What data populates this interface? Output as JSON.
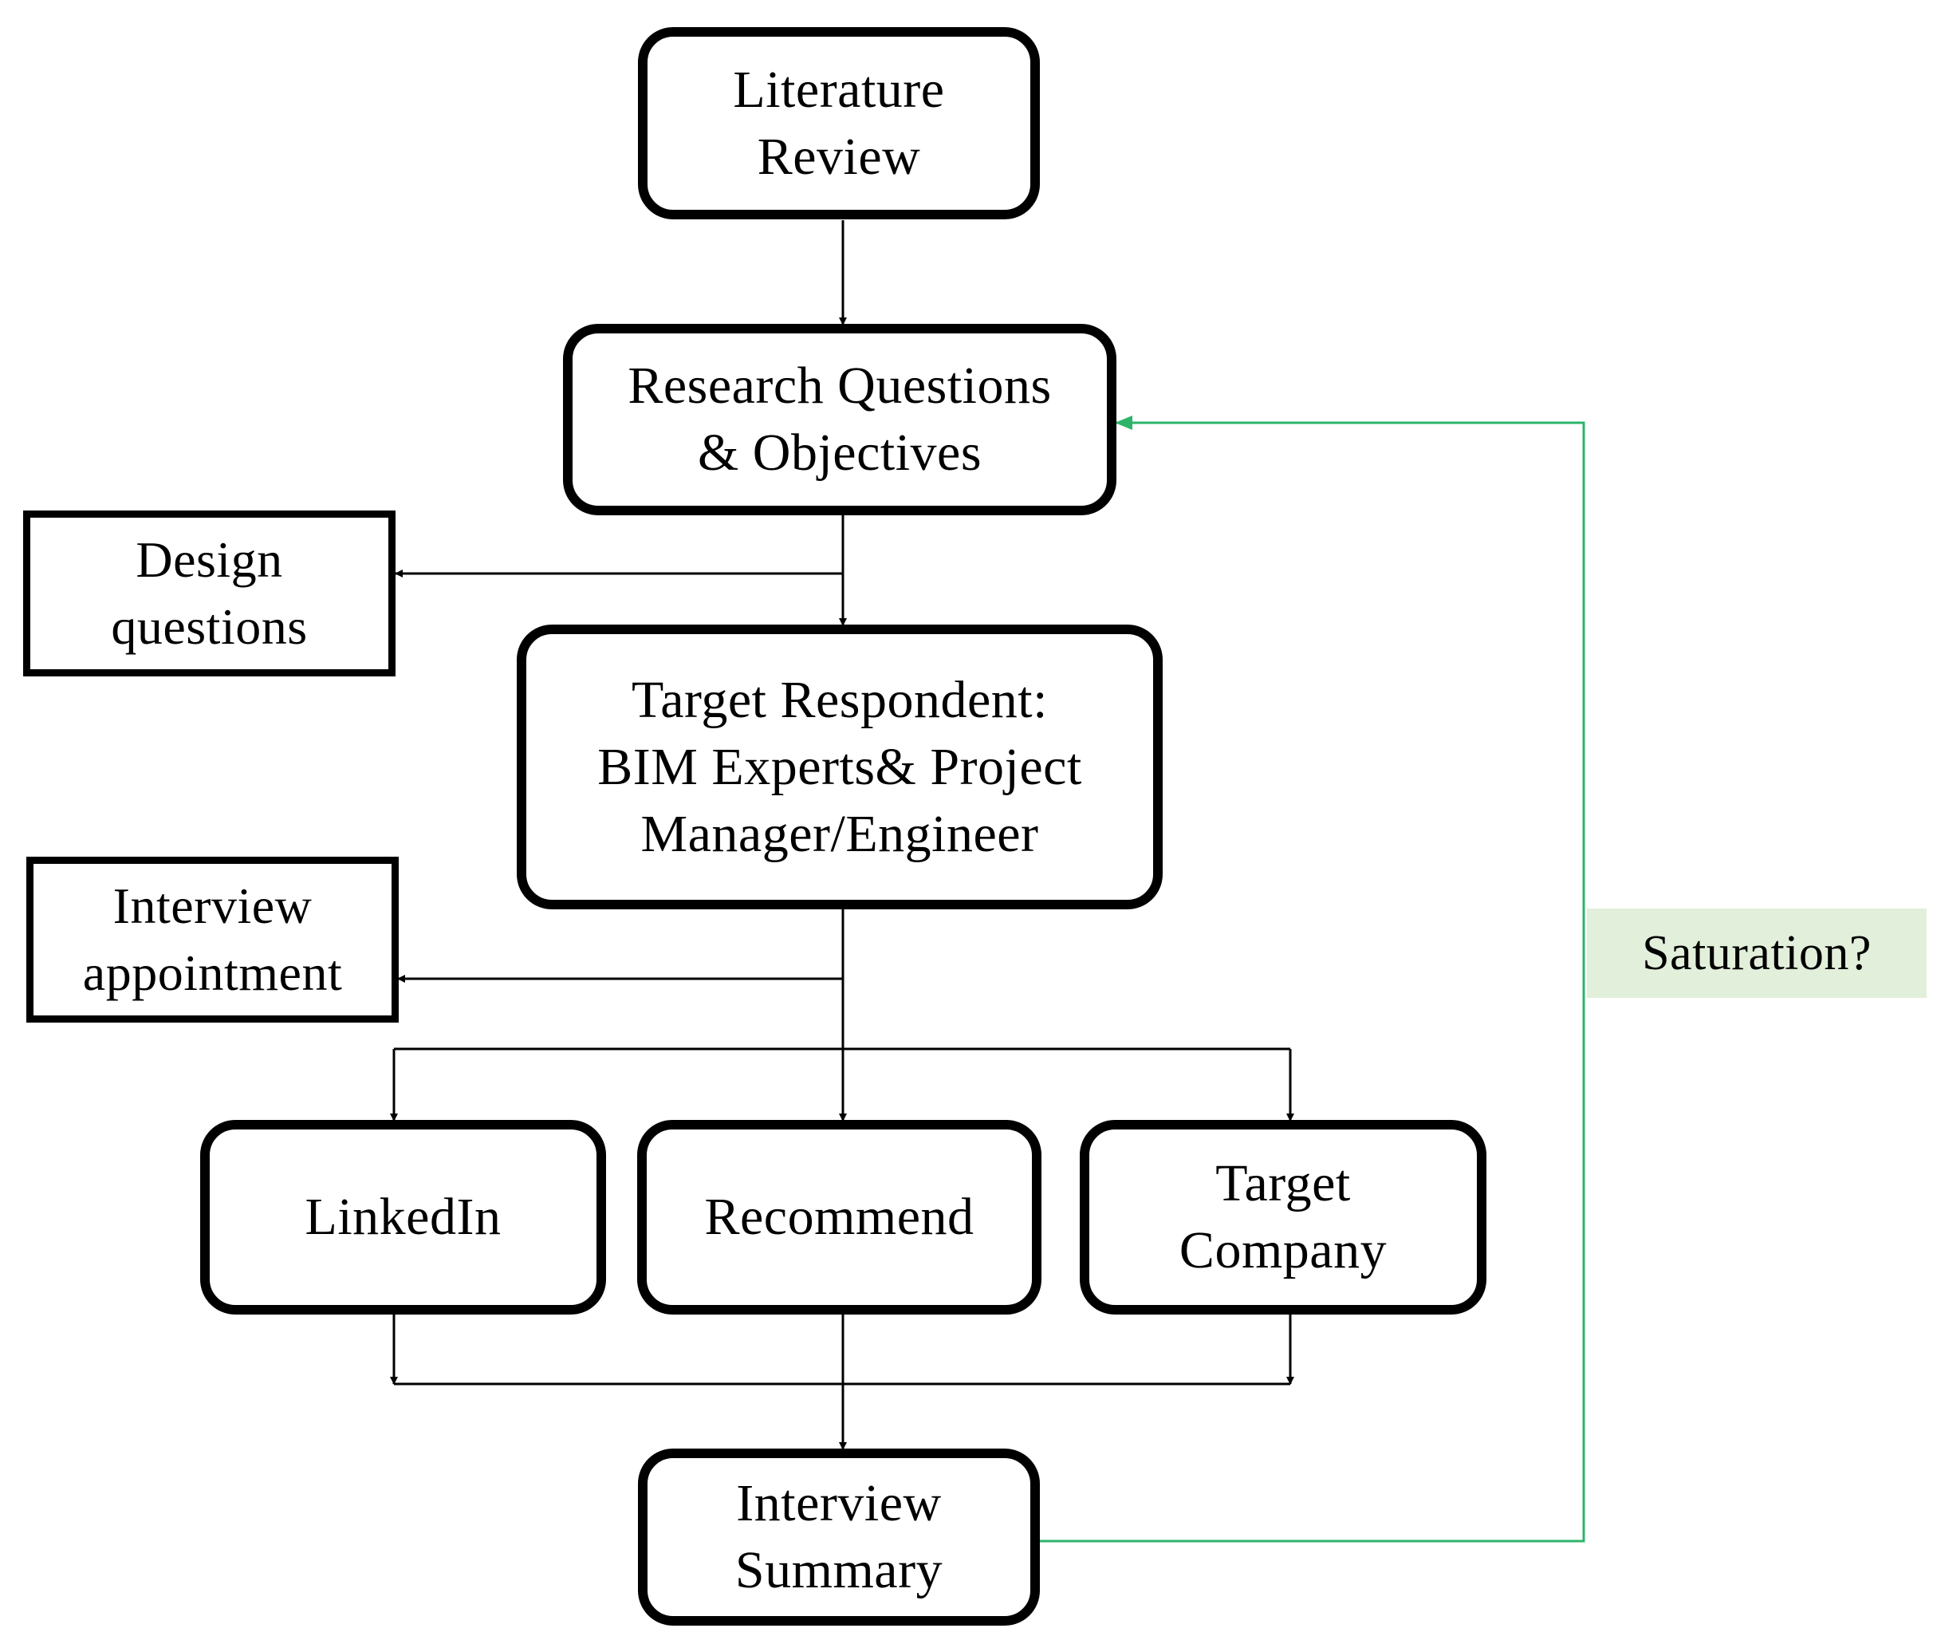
{
  "nodes": {
    "literature_review": {
      "line1": "Literature",
      "line2": "Review"
    },
    "research_questions": {
      "line1": "Research Questions",
      "line2": "& Objectives"
    },
    "design_questions": {
      "line1": "Design",
      "line2": "questions"
    },
    "target_respondent": {
      "line1": "Target Respondent:",
      "line2": "BIM Experts& Project",
      "line3": "Manager/Engineer"
    },
    "interview_appointment": {
      "line1": "Interview",
      "line2": "appointment"
    },
    "linkedin": {
      "line1": "LinkedIn"
    },
    "recommend": {
      "line1": "Recommend"
    },
    "target_company": {
      "line1": "Target",
      "line2": "Company"
    },
    "interview_summary": {
      "line1": "Interview",
      "line2": "Summary"
    }
  },
  "feedback": {
    "label": "Saturation?",
    "line_color": "#2db46a",
    "label_bg": "#e2efda"
  }
}
